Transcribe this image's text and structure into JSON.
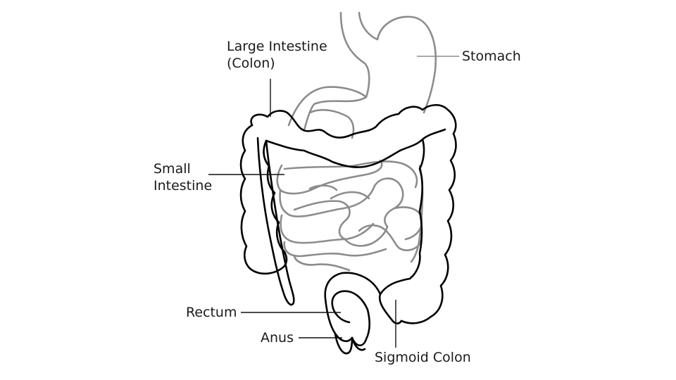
{
  "labels": {
    "large_intestine_line1": "Large Intestine",
    "large_intestine_line2": "(Colon)",
    "stomach": "Stomach",
    "small_intestine_line1": "Small",
    "small_intestine_line2": "Intestine",
    "rectum": "Rectum",
    "anus": "Anus",
    "sigmoid_colon": "Sigmoid Colon"
  },
  "colors": {
    "outline": "#000000",
    "inner_organs": "#8c8c8c",
    "background": "#ffffff"
  }
}
